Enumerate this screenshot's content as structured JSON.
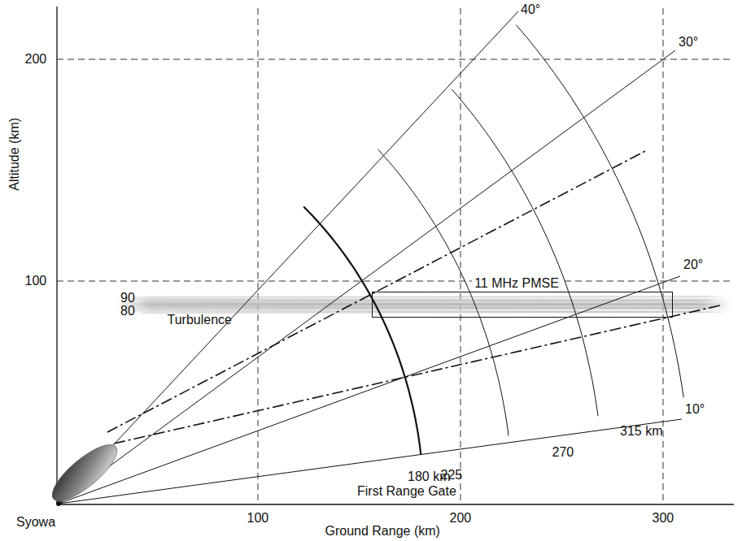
{
  "diagram": {
    "nodes": [
      {
        "text": [
          "11 MHz PMSE"
        ]
      }
    ],
    "labels": [
      "Altitude (km)",
      "200",
      "100",
      "Ground Range (km)",
      "100",
      "200",
      "300",
      "40°",
      "30°",
      "20°",
      "10°",
      "90",
      "80",
      "Turbulence",
      "180 km",
      "First Range Gate",
      "225",
      "270",
      "315 km",
      "Syowa"
    ]
  }
}
